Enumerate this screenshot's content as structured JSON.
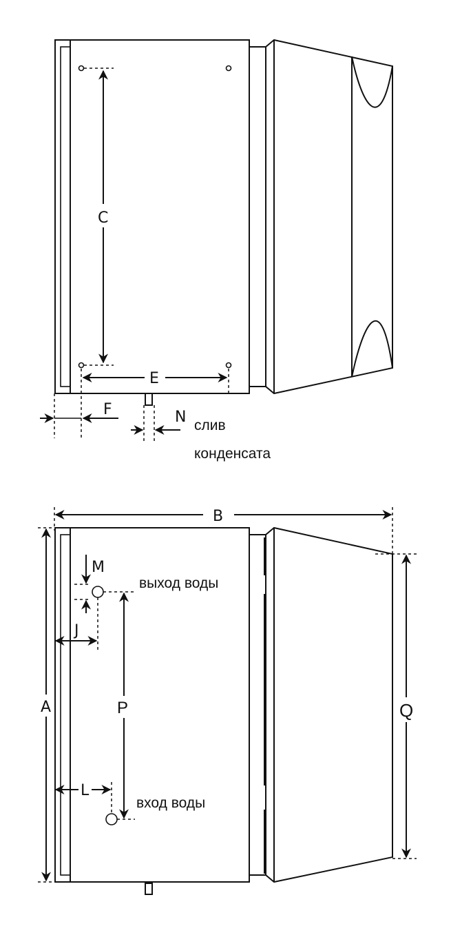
{
  "top_view": {
    "dimensions": {
      "C": "C",
      "E": "E",
      "F": "F",
      "N": "N"
    },
    "captions": {
      "drain_line1": "слив",
      "drain_line2": "конденсата"
    }
  },
  "side_view": {
    "dimensions": {
      "A": "A",
      "B": "B",
      "J": "J",
      "L": "L",
      "M": "M",
      "P": "P",
      "Q": "Q"
    },
    "captions": {
      "water_out": "выход воды",
      "water_in": "вход воды"
    }
  }
}
